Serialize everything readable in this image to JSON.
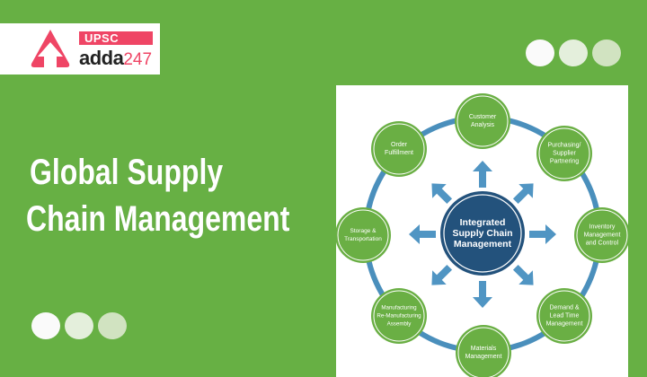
{
  "logo": {
    "badge": "UPSC",
    "wordmark": "adda",
    "wordmark_number": "247",
    "brand_color": "#ef4565"
  },
  "decor": {
    "top_dots": [
      "#fafafa",
      "#e4efdc",
      "#d1e3c1"
    ],
    "bottom_dots": [
      "#fafafa",
      "#e4efdc",
      "#d1e3c1"
    ]
  },
  "headline": {
    "line1": "Global Supply",
    "line2": "Chain Management"
  },
  "diagram": {
    "center": {
      "line1": "Integrated",
      "line2": "Supply Chain",
      "line3": "Management",
      "color": "#23527c"
    },
    "node_color": "#6aaf44",
    "ring_color": "#4a8fbc",
    "arrow_color": "#5095c3",
    "nodes": [
      {
        "id": "customer-analysis",
        "lines": [
          "Customer",
          "Analysis"
        ]
      },
      {
        "id": "purchasing",
        "lines": [
          "Purchasing/",
          "Supplier",
          "Partnering"
        ]
      },
      {
        "id": "inventory",
        "lines": [
          "Inventory",
          "Management",
          "and Control"
        ]
      },
      {
        "id": "demand",
        "lines": [
          "Demand &",
          "Lead Time",
          "Management"
        ]
      },
      {
        "id": "materials",
        "lines": [
          "Materials",
          "Management"
        ]
      },
      {
        "id": "manufacturing",
        "lines": [
          "Manufacturing",
          "Re-Manufacturing",
          "Assembly"
        ]
      },
      {
        "id": "storage",
        "lines": [
          "Storage &",
          "Transportation"
        ]
      },
      {
        "id": "order-fulfillment",
        "lines": [
          "Order",
          "Fulfillment"
        ]
      }
    ]
  }
}
